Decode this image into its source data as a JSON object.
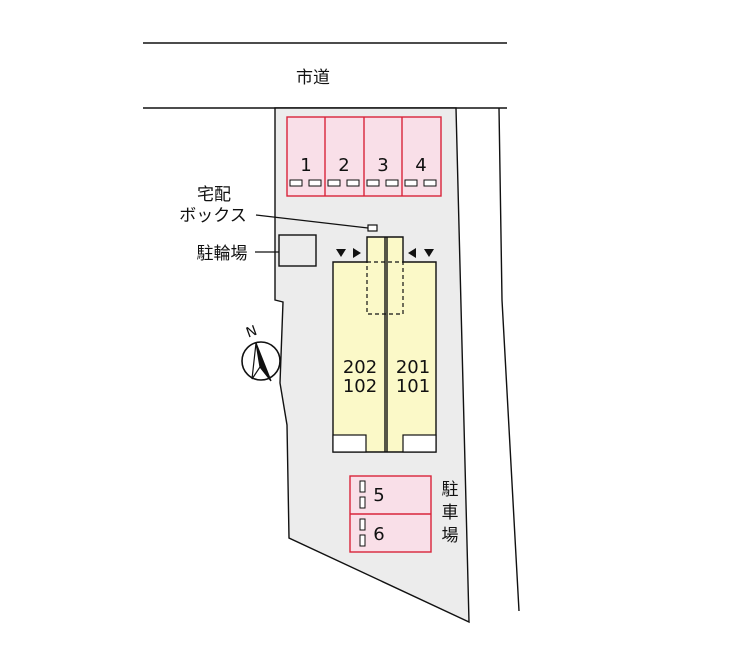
{
  "road": {
    "label": "市道"
  },
  "parking_top": {
    "spaces": [
      "1",
      "2",
      "3",
      "4"
    ],
    "fill": "#f9dfe8",
    "border": "#d9253a"
  },
  "delivery_box": {
    "line1": "宅配",
    "line2": "ボックス"
  },
  "bicycle_parking": {
    "label": "駐輪場"
  },
  "compass": {
    "label": "N"
  },
  "building": {
    "fill": "#fbf9c8",
    "left_unit": {
      "upper": "202",
      "lower": "102"
    },
    "right_unit": {
      "upper": "201",
      "lower": "101"
    }
  },
  "parking_bottom": {
    "spaces": [
      "5",
      "6"
    ],
    "label_chars": [
      "駐",
      "車",
      "場"
    ]
  },
  "colors": {
    "site": "#ececec",
    "outline": "#111111",
    "background": "#ffffff"
  }
}
